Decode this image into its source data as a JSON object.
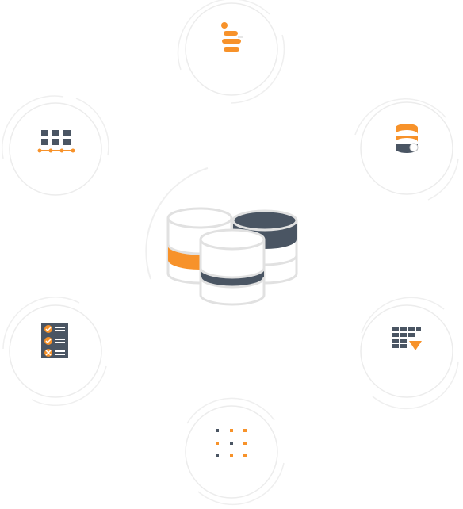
{
  "diagram": {
    "center": {
      "icon": "database-cluster-icon"
    },
    "nodes": [
      {
        "id": "top",
        "icon": "data-pipeline-icon"
      },
      {
        "id": "top-right",
        "icon": "database-icon"
      },
      {
        "id": "bottom-right",
        "icon": "table-filter-icon"
      },
      {
        "id": "bottom",
        "icon": "dot-matrix-icon"
      },
      {
        "id": "bottom-left",
        "icon": "checklist-icon"
      },
      {
        "id": "top-left",
        "icon": "grid-connectors-icon"
      }
    ]
  },
  "colors": {
    "orange": "#F7922A",
    "slate": "#4A5563",
    "ring": "#EAEAEA",
    "ring_inner": "#EDEDED",
    "cylinder_outline": "#E1E1E1"
  }
}
